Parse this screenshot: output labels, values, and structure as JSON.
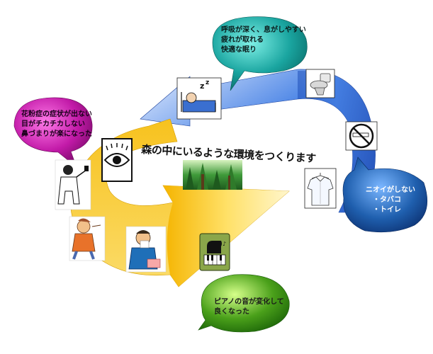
{
  "center": {
    "title": "森の中にいるような環境をつくります",
    "image_icon": "forest-photo-icon"
  },
  "bubbles": {
    "sleep": {
      "lines": [
        "呼吸が深く、息がしやすい",
        "疲れが取れる",
        "快適な眠り"
      ],
      "color": "#1aa5a0"
    },
    "allergy": {
      "lines": [
        "花粉症の症状が出ない",
        "目がチカチカしない",
        "鼻づまりが楽になった"
      ],
      "color": "#c21aa8"
    },
    "odor": {
      "lines": [
        "ニオイがしない",
        "・タバコ",
        "・トイレ"
      ],
      "color": "#1f5fae"
    },
    "piano": {
      "lines": [
        "ピアノの音が変化して",
        "良くなった"
      ],
      "color": "#4aa01a"
    }
  },
  "icons": {
    "sleep": "sleeping-person-icon",
    "toilet": "toilet-icon",
    "cigarette": "no-smoking-icon",
    "shirt": "hanging-shirt-icon",
    "piano": "piano-icon",
    "eye": "eye-icon",
    "doctor": "doctor-icon",
    "sneeze": "sneezing-person-icon",
    "tissue": "nose-blowing-person-icon"
  },
  "colors": {
    "arrow_blue": "#2f6fd8",
    "arrow_yellow": "#f2c21a"
  }
}
